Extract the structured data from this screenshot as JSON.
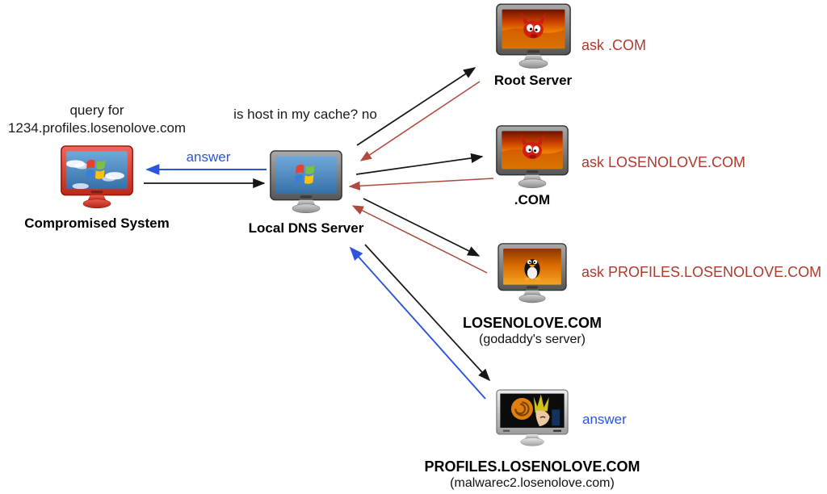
{
  "colors": {
    "query_arrow": "#161616",
    "referral_arrow": "#b0483c",
    "answer_arrow": "#2b55dd",
    "ask_text": "#b03a2e",
    "answer_text": "#2b55dd",
    "label_text": "#000000",
    "background": "#ffffff"
  },
  "nodes": {
    "compromised_system": {
      "label": "Compromised System",
      "icon": "windows-monitor-red-icon",
      "annotation_line1": "query for",
      "annotation_line2": "1234.profiles.losenolove.com"
    },
    "local_dns_server": {
      "label": "Local DNS Server",
      "icon": "windows-monitor-icon",
      "annotation": "is host in my cache? no"
    },
    "root_server": {
      "label": "Root Server",
      "icon": "bsd-daemon-monitor-icon"
    },
    "com_server": {
      "label": ".COM",
      "icon": "bsd-daemon-monitor-icon"
    },
    "losenolove_server": {
      "label": "LOSENOLOVE.COM",
      "sublabel": "(godaddy's server)",
      "icon": "tux-monitor-icon"
    },
    "profiles_server": {
      "label": "PROFILES.LOSENOLOVE.COM",
      "sublabel": "(malwarec2.losenolove.com)",
      "icon": "anime-character-monitor-icon"
    }
  },
  "edge_labels": {
    "answer_to_compromised": "answer",
    "ask_root": "ask .COM",
    "ask_com": "ask LOSENOLOVE.COM",
    "ask_profiles": "ask PROFILES.LOSENOLOVE.COM",
    "answer_from_profiles": "answer"
  }
}
